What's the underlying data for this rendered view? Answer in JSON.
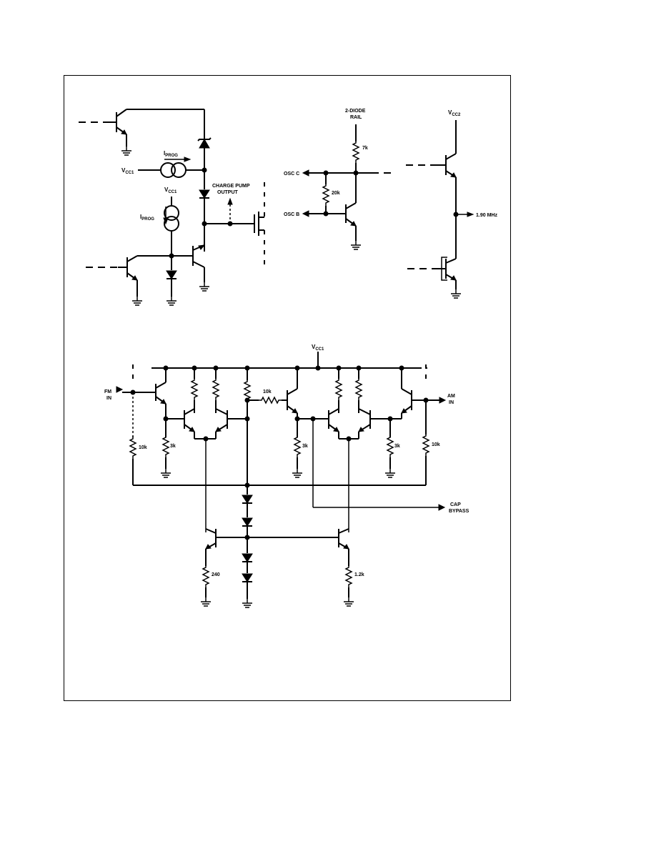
{
  "figure": {
    "top_left": {
      "vcc1_left": "V",
      "vcc1_left_sub": "CC1",
      "vcc1_top": "V",
      "vcc1_top_sub": "CC1",
      "iprog_top": "I",
      "iprog_top_sub": "PROG",
      "iprog_left": "I",
      "iprog_left_sub": "PROG",
      "charge_pump_line1": "CHARGE PUMP",
      "charge_pump_line2": "OUTPUT"
    },
    "top_middle": {
      "rail_line1": "2-DIODE",
      "rail_line2": "RAIL",
      "r_top": "7k",
      "r_mid": "20k",
      "osc_c": "OSC C",
      "osc_b": "OSC B"
    },
    "top_right": {
      "vcc": "V",
      "vcc_sub": "CC2",
      "freq": "1.90 MHz"
    },
    "bottom": {
      "vcc1": "V",
      "vcc1_sub": "CC1",
      "fm_in_line1": "FM",
      "fm_in_line2": "IN",
      "am_in_line1": "AM",
      "am_in_line2": "IN",
      "r_10k_left": "10k",
      "r_3k_left": "3k",
      "r_10k_mid": "10k",
      "r_3k_mid": "3k",
      "r_3k_right": "3k",
      "r_10k_right": "10k",
      "cap_bypass_line1": "CAP",
      "cap_bypass_line2": "BYPASS",
      "r_240": "240",
      "r_1_2k": "1.2k"
    }
  }
}
